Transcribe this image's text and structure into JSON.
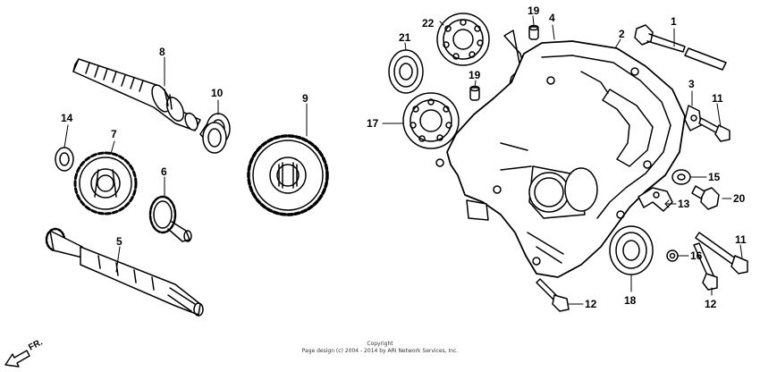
{
  "labels": {
    "p1": "1",
    "p2": "2",
    "p3": "3",
    "p4": "4",
    "p5": "5",
    "p6": "6",
    "p7": "7",
    "p8": "8",
    "p9": "9",
    "p10": "10",
    "p11a": "11",
    "p11b": "11",
    "p12a": "12",
    "p12b": "12",
    "p13": "13",
    "p14": "14",
    "p15": "15",
    "p16": "16",
    "p17": "17",
    "p18": "18",
    "p19a": "19",
    "p19b": "19",
    "p20": "20",
    "p21": "21",
    "p22": "22"
  },
  "direction": "FR.",
  "copyright": {
    "line1": "Copyright",
    "line2": "Page design (c) 2004 - 2014 by ARI Network Services, Inc."
  }
}
